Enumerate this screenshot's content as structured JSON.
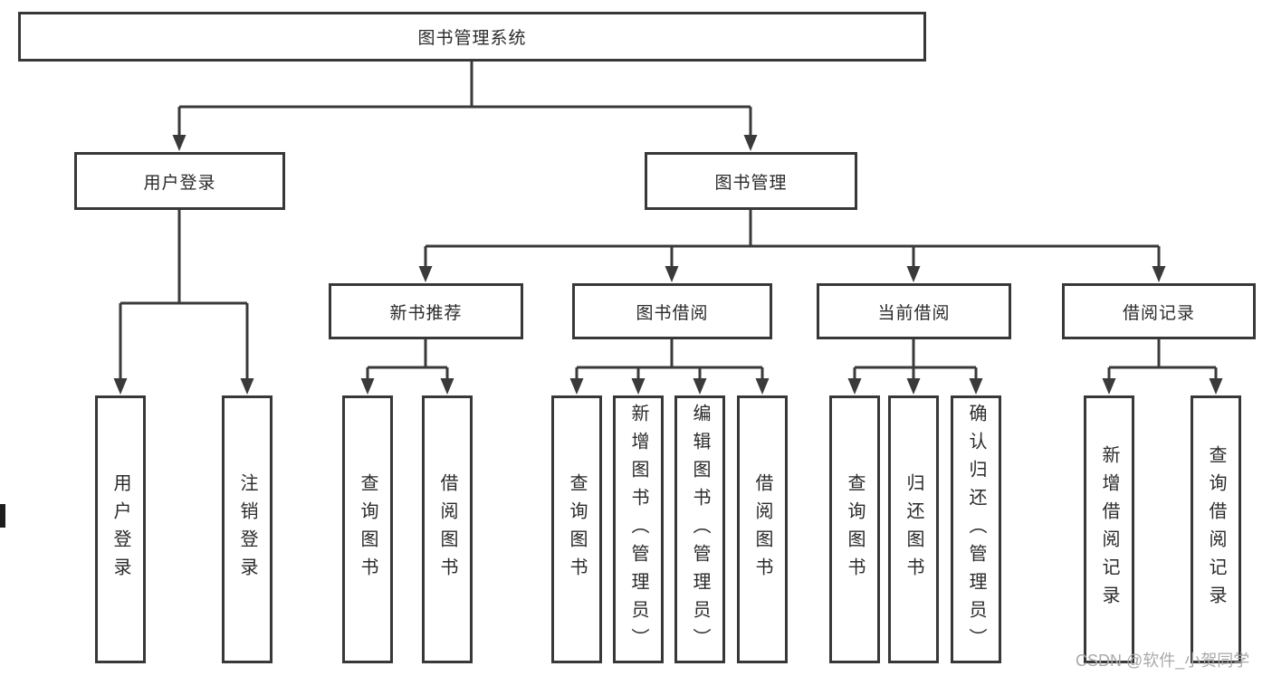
{
  "diagram": {
    "root": {
      "label": "图书管理系统"
    },
    "level2": [
      {
        "label": "用户登录"
      },
      {
        "label": "图书管理"
      }
    ],
    "level3": [
      {
        "label": "新书推荐"
      },
      {
        "label": "图书借阅"
      },
      {
        "label": "当前借阅"
      },
      {
        "label": "借阅记录"
      }
    ],
    "leaves": [
      {
        "label": "用户登录"
      },
      {
        "label": "注销登录"
      },
      {
        "label": "查询图书"
      },
      {
        "label": "借阅图书"
      },
      {
        "label": "查询图书"
      },
      {
        "label": "新增图书（管理员）"
      },
      {
        "label": "编辑图书（管理员）"
      },
      {
        "label": "借阅图书"
      },
      {
        "label": "查询图书"
      },
      {
        "label": "归还图书"
      },
      {
        "label": "确认归还（管理员）"
      },
      {
        "label": "新增借阅记录"
      },
      {
        "label": "查询借阅记录"
      }
    ]
  },
  "watermark": {
    "text": "CSDN @软件_小贺同学"
  },
  "colors": {
    "line": "#3a3a3a",
    "text": "#2a2a2a",
    "watermark": "#a9a9a9"
  }
}
